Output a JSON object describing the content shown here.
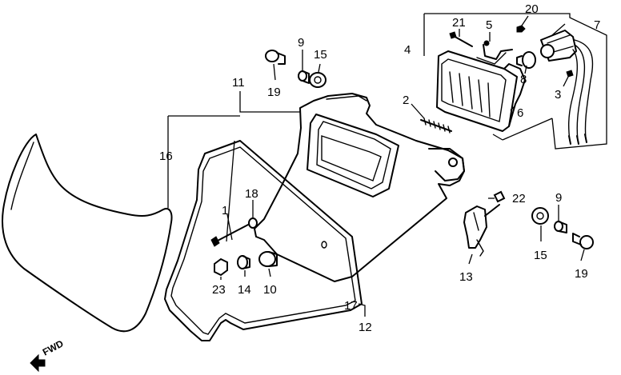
{
  "diagram": {
    "orientation": {
      "label": "FWD",
      "icon": "forward-arrow-icon"
    },
    "callouts": [
      {
        "id": "c1",
        "label": "1"
      },
      {
        "id": "c2",
        "label": "2"
      },
      {
        "id": "c3",
        "label": "3"
      },
      {
        "id": "c4",
        "label": "4"
      },
      {
        "id": "c5",
        "label": "5"
      },
      {
        "id": "c6",
        "label": "6"
      },
      {
        "id": "c7",
        "label": "7"
      },
      {
        "id": "c8",
        "label": "8"
      },
      {
        "id": "c9a",
        "label": "9"
      },
      {
        "id": "c9b",
        "label": "9"
      },
      {
        "id": "c10",
        "label": "10"
      },
      {
        "id": "c11",
        "label": "11"
      },
      {
        "id": "c12",
        "label": "12"
      },
      {
        "id": "c13",
        "label": "13"
      },
      {
        "id": "c14",
        "label": "14"
      },
      {
        "id": "c15a",
        "label": "15"
      },
      {
        "id": "c15b",
        "label": "15"
      },
      {
        "id": "c16",
        "label": "16"
      },
      {
        "id": "c17",
        "label": "17"
      },
      {
        "id": "c18",
        "label": "18"
      },
      {
        "id": "c19a",
        "label": "19"
      },
      {
        "id": "c19b",
        "label": "19"
      },
      {
        "id": "c20",
        "label": "20"
      },
      {
        "id": "c21",
        "label": "21"
      },
      {
        "id": "c22",
        "label": "22"
      },
      {
        "id": "c23",
        "label": "23"
      }
    ]
  }
}
